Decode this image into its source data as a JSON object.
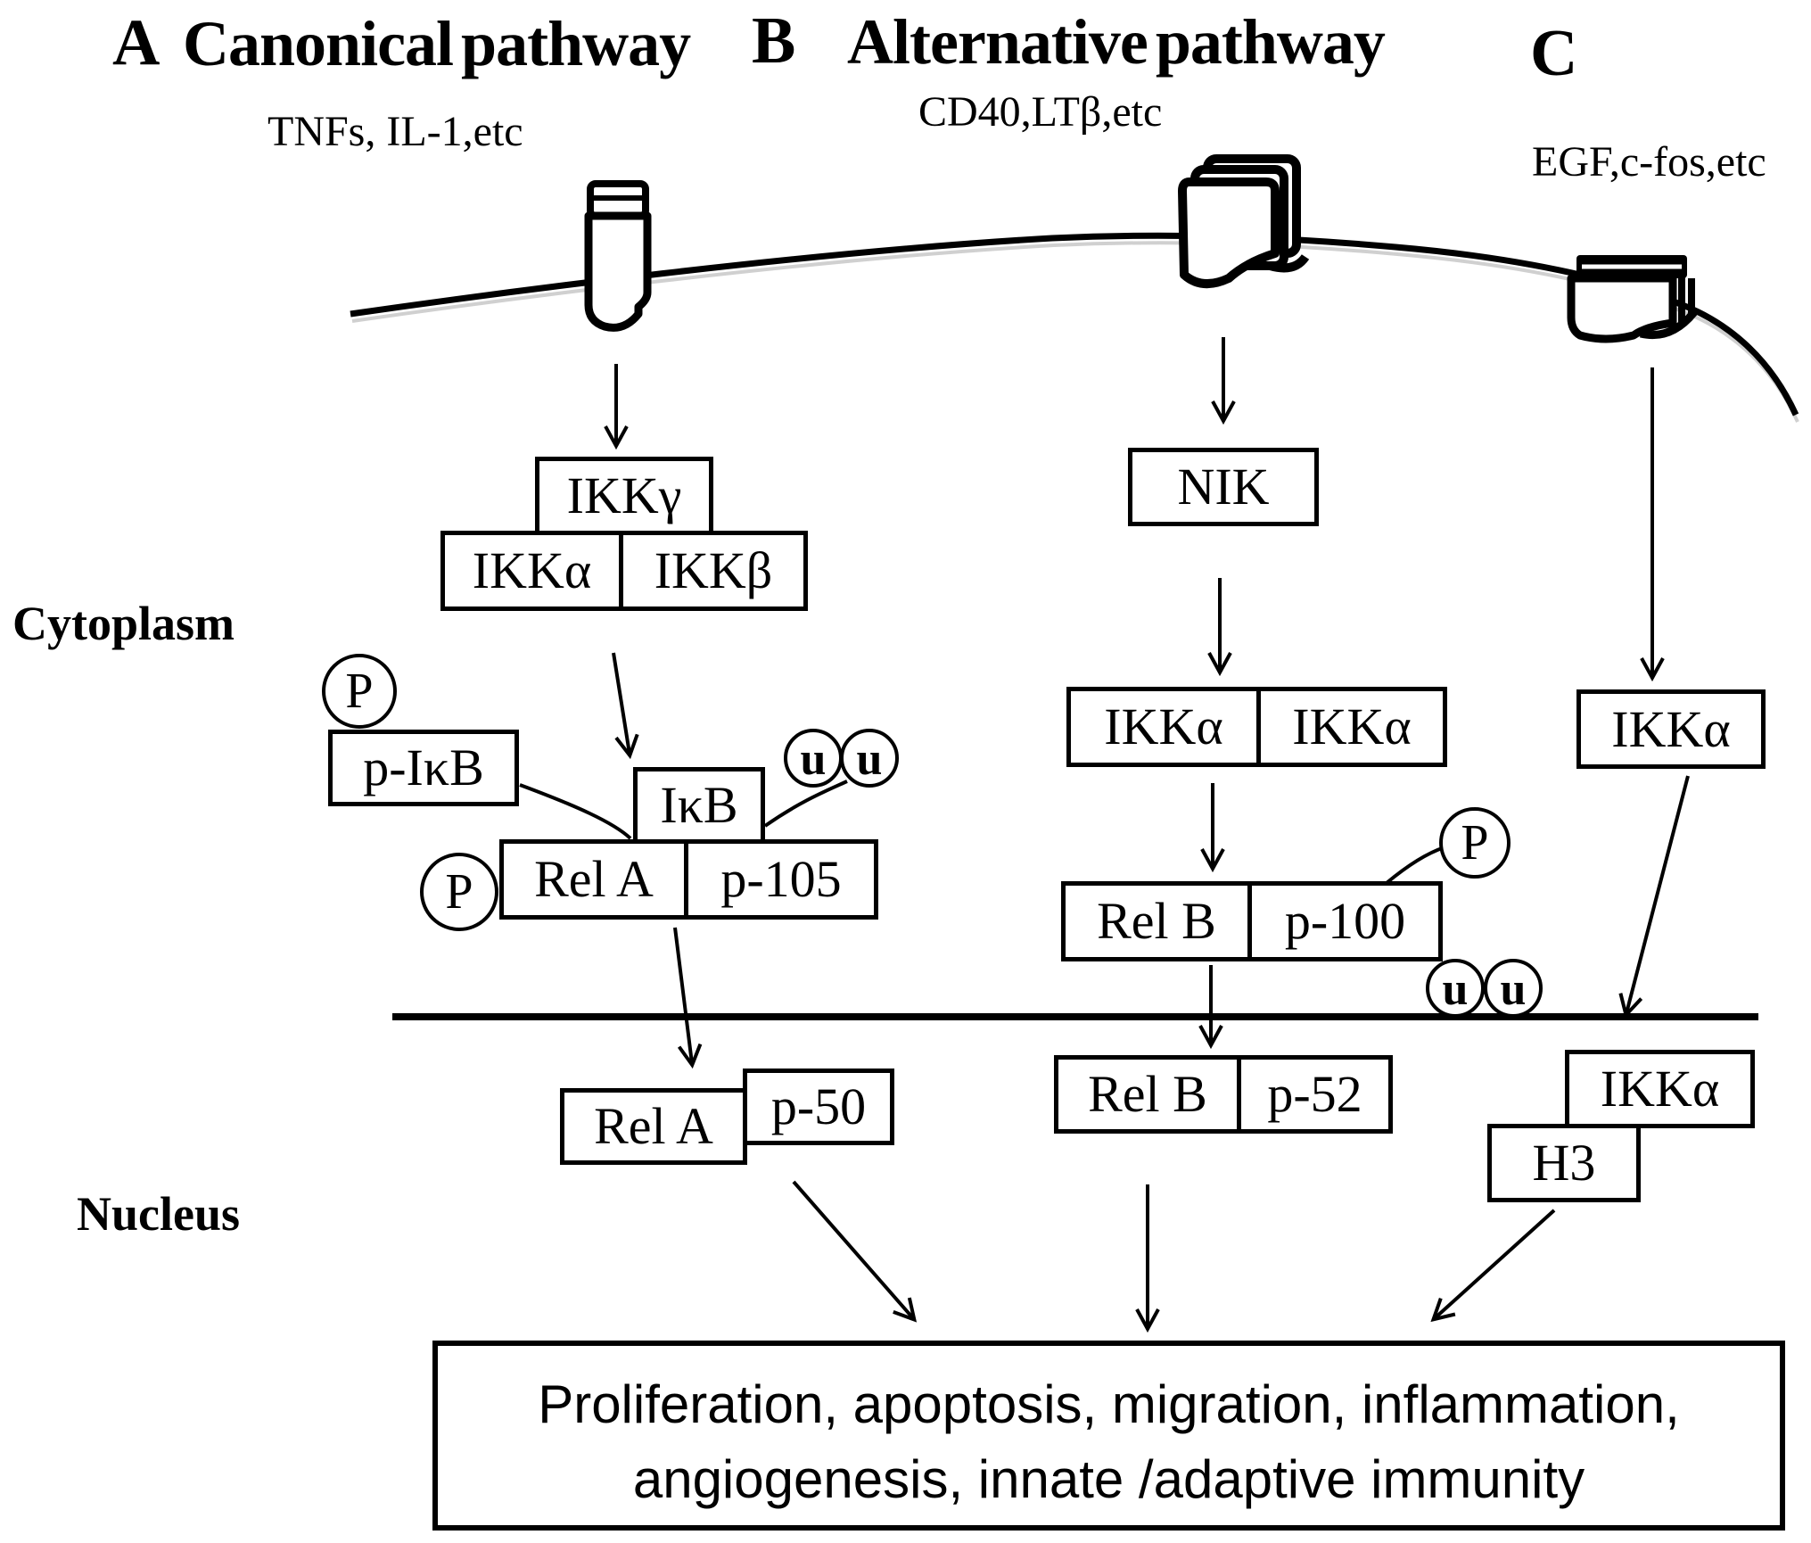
{
  "titles": {
    "a_letter": "A",
    "a_name": "Canonical pathway",
    "b_letter": "B",
    "b_name": "Alternative pathway",
    "c_letter": "C"
  },
  "ligands": {
    "canonical": "TNFs, IL-1,etc",
    "alternative": "CD40,LTβ,etc",
    "egf": "EGF,c-fos,etc"
  },
  "compartments": {
    "cytoplasm": "Cytoplasm",
    "nucleus": "Nucleus"
  },
  "nodes": {
    "ikk_gamma": "IKKγ",
    "ikk_alpha_a": "IKKα",
    "ikk_beta": "IKKβ",
    "p_ikb": "p-IκB",
    "ikb": "IκB",
    "rel_a": "Rel A",
    "p105": "p-105",
    "rel_a_nuc": "Rel A",
    "p50": "p-50",
    "nik": "NIK",
    "ikk_alpha_b1": "IKKα",
    "ikk_alpha_b2": "IKKα",
    "rel_b": "Rel B",
    "p100": "p-100",
    "rel_b_nuc": "Rel B",
    "p52": "p-52",
    "ikk_alpha_c": "IKKα",
    "ikk_alpha_nuc": "IKKα",
    "h3": "H3"
  },
  "badges": {
    "phospho": "P",
    "ubiquitin": "u"
  },
  "output_box": {
    "line1": "Proliferation, apoptosis, migration, inflammation,",
    "line2": "angiogenesis, innate /adaptive immunity"
  },
  "colors": {
    "ink": "#000000",
    "background": "#ffffff"
  }
}
